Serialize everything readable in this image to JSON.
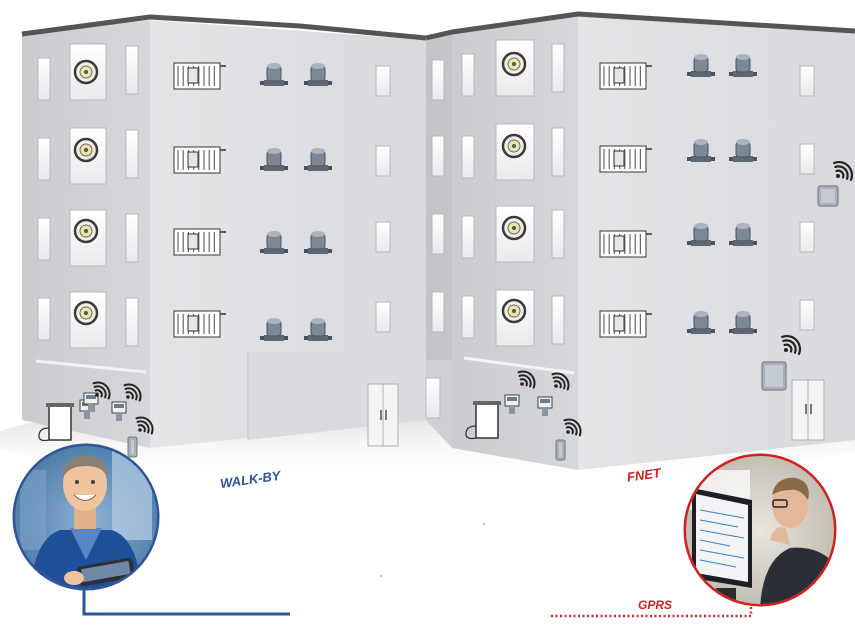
{
  "labels": {
    "walk_by": "WALK-BY",
    "fnet": "FNET",
    "gprs": "GPRS"
  },
  "colors": {
    "walk_by_line": "#2f5597",
    "gprs_line": "#e02424",
    "building_front": "#d9dadd",
    "building_side": "#c7c8cc",
    "roof": "#555555"
  },
  "icons": {
    "heat_meter": "heat-meter-icon",
    "heat_cost_allocator": "heat-cost-allocator-icon",
    "water_meter": "water-meter-icon",
    "wireless_signal": "wireless-signal-icon",
    "gateway": "gateway-icon"
  }
}
